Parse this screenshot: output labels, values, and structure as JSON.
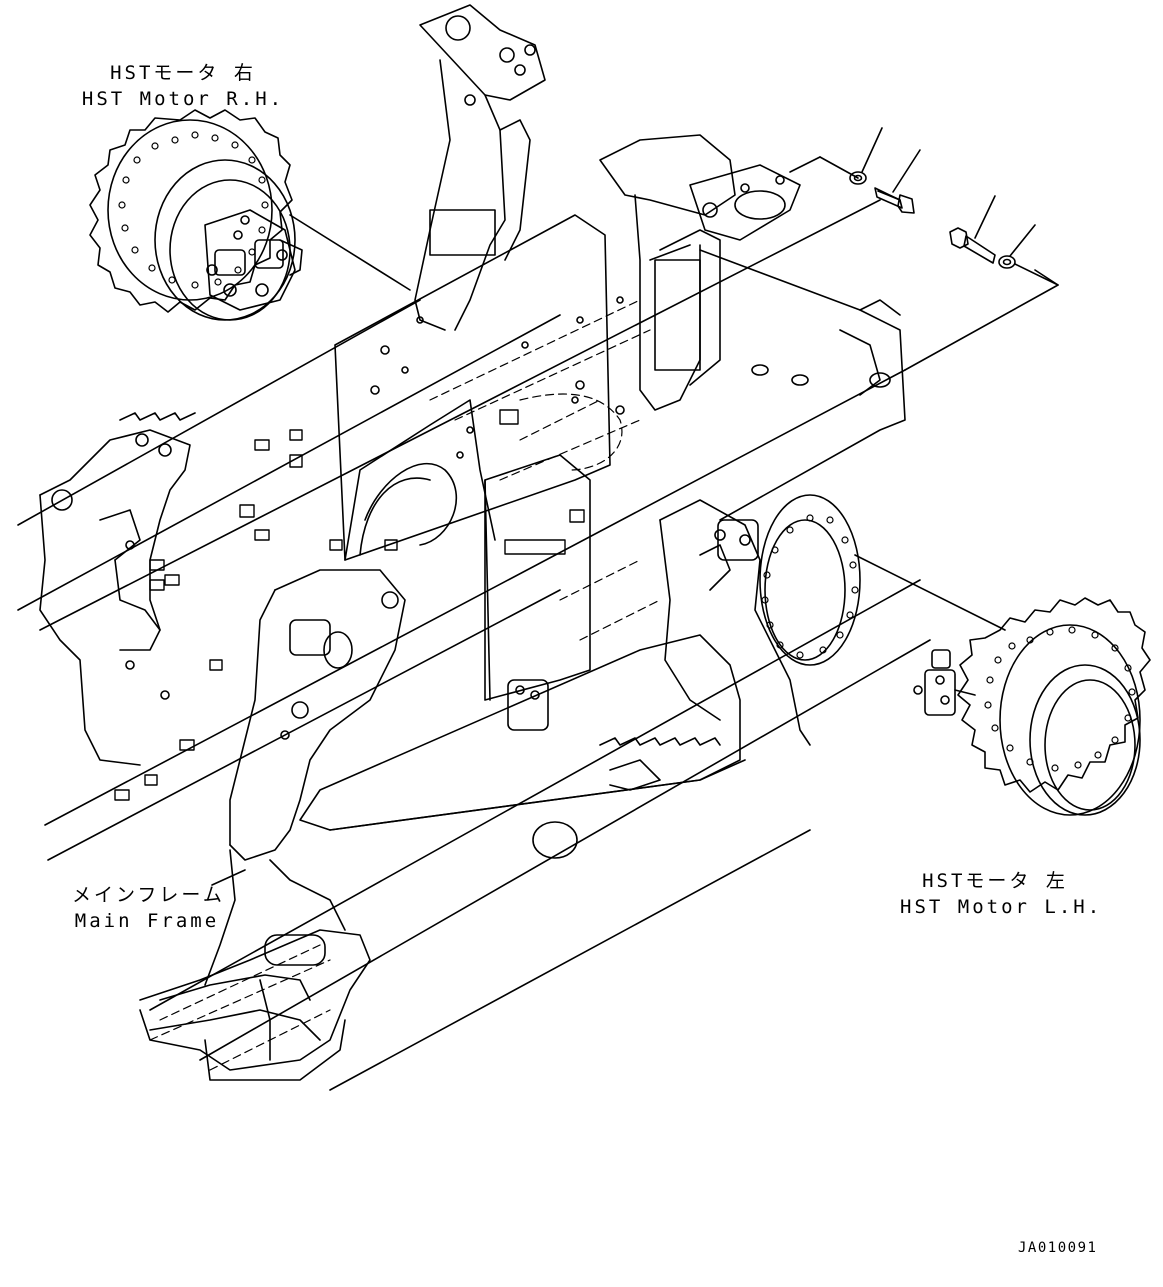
{
  "labels": {
    "motor_rh_jp": "HSTモータ 右",
    "motor_rh_en": "HST Motor R.H.",
    "motor_lh_jp": "HSTモータ 左",
    "motor_lh_en": "HST Motor L.H.",
    "frame_jp": "メインフレーム",
    "frame_en": "Main Frame"
  },
  "drawing_id": "JA010091",
  "colors": {
    "line": "#000000",
    "background": "#ffffff"
  }
}
